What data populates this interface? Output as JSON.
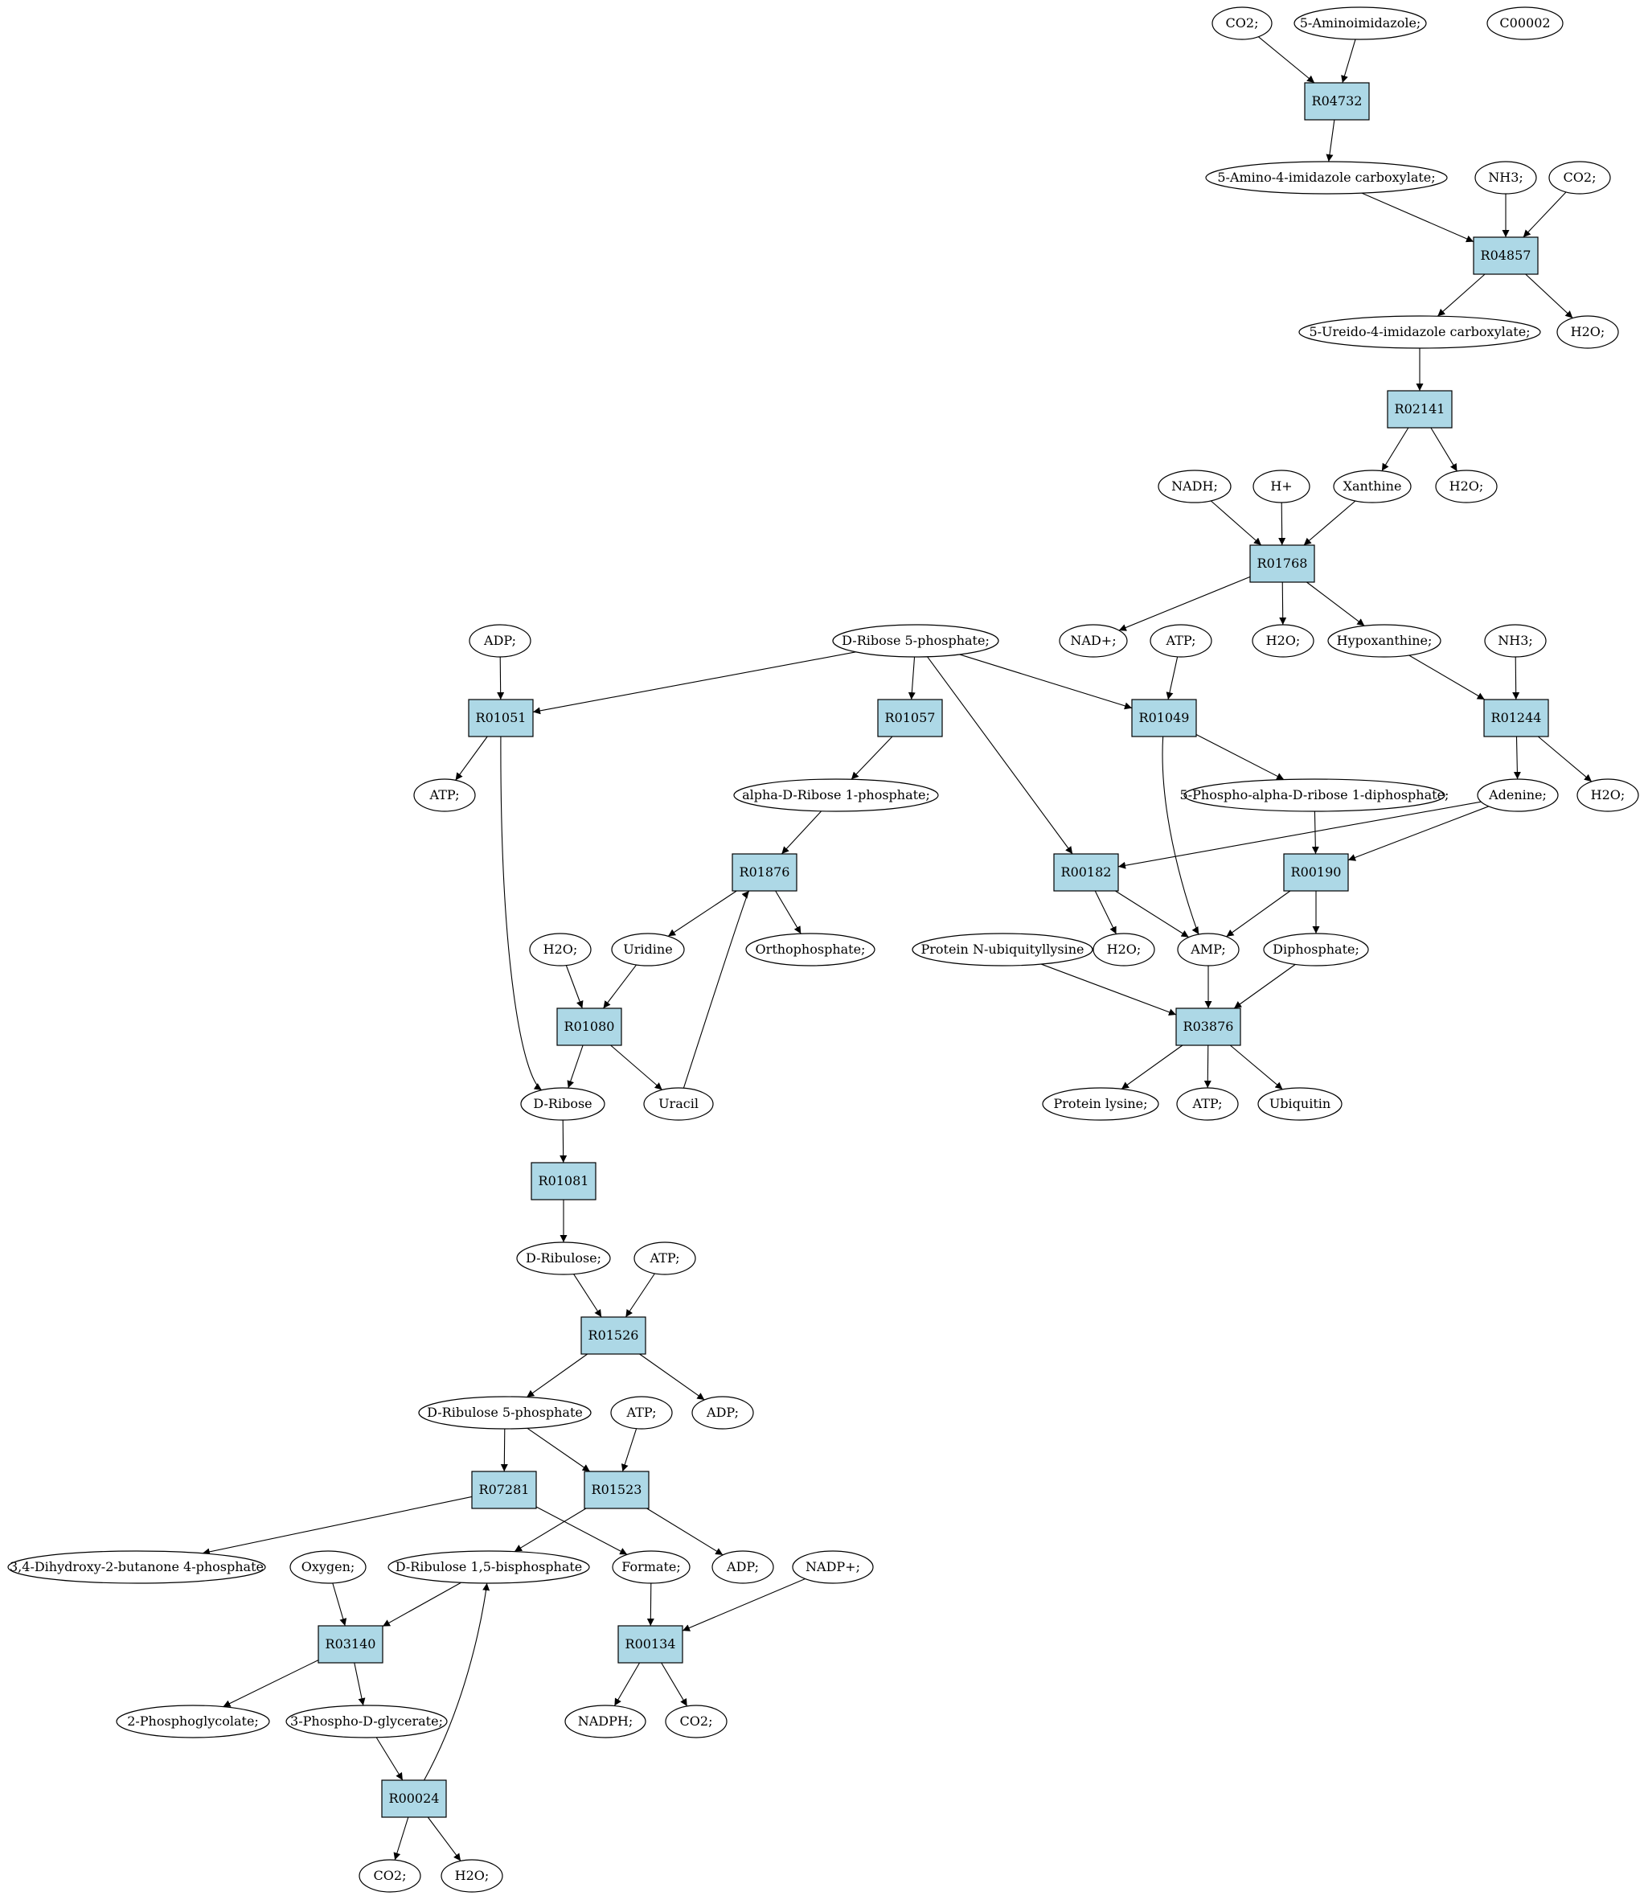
{
  "colors": {
    "reaction_fill": "#add8e6",
    "compound_fill": "#ffffff",
    "source_highlight": "#00ee00",
    "target_highlight": "#ffff00"
  },
  "nodes": [
    {
      "id": "c_co2_a",
      "kind": "compound",
      "label": "CO2;"
    },
    {
      "id": "c_aminoimidazole",
      "kind": "compound",
      "label": "5-Aminoimidazole;"
    },
    {
      "id": "c_c00002",
      "kind": "compound",
      "label": "C00002",
      "highlight": "target"
    },
    {
      "id": "r04732",
      "kind": "reaction",
      "label": "R04732"
    },
    {
      "id": "c_aicarbox",
      "kind": "compound",
      "label": "5-Amino-4-imidazole carboxylate;"
    },
    {
      "id": "c_nh3_a",
      "kind": "compound",
      "label": "NH3;"
    },
    {
      "id": "c_co2_b",
      "kind": "compound",
      "label": "CO2;"
    },
    {
      "id": "r04857",
      "kind": "reaction",
      "label": "R04857"
    },
    {
      "id": "c_ureido",
      "kind": "compound",
      "label": "5-Ureido-4-imidazole carboxylate;"
    },
    {
      "id": "c_h2o_a",
      "kind": "compound",
      "label": "H2O;"
    },
    {
      "id": "r02141",
      "kind": "reaction",
      "label": "R02141"
    },
    {
      "id": "c_nadh",
      "kind": "compound",
      "label": "NADH;"
    },
    {
      "id": "c_hplus",
      "kind": "compound",
      "label": "H+"
    },
    {
      "id": "c_xanthine",
      "kind": "compound",
      "label": "Xanthine"
    },
    {
      "id": "c_h2o_b",
      "kind": "compound",
      "label": "H2O;"
    },
    {
      "id": "r01768",
      "kind": "reaction",
      "label": "R01768"
    },
    {
      "id": "c_adp_a",
      "kind": "compound",
      "label": "ADP;"
    },
    {
      "id": "c_r5p",
      "kind": "compound",
      "label": "D-Ribose 5-phosphate;",
      "highlight": "source"
    },
    {
      "id": "c_nadplus",
      "kind": "compound",
      "label": "NAD+;"
    },
    {
      "id": "c_atp_a",
      "kind": "compound",
      "label": "ATP;"
    },
    {
      "id": "c_h2o_c",
      "kind": "compound",
      "label": "H2O;"
    },
    {
      "id": "c_hypox",
      "kind": "compound",
      "label": "Hypoxanthine;"
    },
    {
      "id": "c_nh3_b",
      "kind": "compound",
      "label": "NH3;"
    },
    {
      "id": "r01051",
      "kind": "reaction",
      "label": "R01051"
    },
    {
      "id": "r01057",
      "kind": "reaction",
      "label": "R01057"
    },
    {
      "id": "r01049",
      "kind": "reaction",
      "label": "R01049"
    },
    {
      "id": "r01244",
      "kind": "reaction",
      "label": "R01244"
    },
    {
      "id": "c_atp_b",
      "kind": "compound",
      "label": "ATP;"
    },
    {
      "id": "c_adr1p",
      "kind": "compound",
      "label": "alpha-D-Ribose 1-phosphate;"
    },
    {
      "id": "c_prpp",
      "kind": "compound",
      "label": "5-Phospho-alpha-D-ribose 1-diphosphate;"
    },
    {
      "id": "c_adenine",
      "kind": "compound",
      "label": "Adenine;"
    },
    {
      "id": "c_h2o_d",
      "kind": "compound",
      "label": "H2O;"
    },
    {
      "id": "r01876",
      "kind": "reaction",
      "label": "R01876"
    },
    {
      "id": "r00182",
      "kind": "reaction",
      "label": "R00182"
    },
    {
      "id": "r00190",
      "kind": "reaction",
      "label": "R00190"
    },
    {
      "id": "c_h2o_e",
      "kind": "compound",
      "label": "H2O;"
    },
    {
      "id": "c_uridine",
      "kind": "compound",
      "label": "Uridine"
    },
    {
      "id": "c_orthop",
      "kind": "compound",
      "label": "Orthophosphate;"
    },
    {
      "id": "c_protubq",
      "kind": "compound",
      "label": "Protein N-ubiquityllysine"
    },
    {
      "id": "c_h2o_f",
      "kind": "compound",
      "label": "H2O;"
    },
    {
      "id": "c_amp",
      "kind": "compound",
      "label": "AMP;"
    },
    {
      "id": "c_diphos",
      "kind": "compound",
      "label": "Diphosphate;"
    },
    {
      "id": "r01080",
      "kind": "reaction",
      "label": "R01080"
    },
    {
      "id": "r03876",
      "kind": "reaction",
      "label": "R03876"
    },
    {
      "id": "c_dribose",
      "kind": "compound",
      "label": "D-Ribose"
    },
    {
      "id": "c_uracil",
      "kind": "compound",
      "label": "Uracil"
    },
    {
      "id": "c_protlys",
      "kind": "compound",
      "label": "Protein lysine;"
    },
    {
      "id": "c_atp_c",
      "kind": "compound",
      "label": "ATP;"
    },
    {
      "id": "c_ubiquitin",
      "kind": "compound",
      "label": "Ubiquitin"
    },
    {
      "id": "r01081",
      "kind": "reaction",
      "label": "R01081"
    },
    {
      "id": "c_dribulose",
      "kind": "compound",
      "label": "D-Ribulose;"
    },
    {
      "id": "c_atp_d",
      "kind": "compound",
      "label": "ATP;"
    },
    {
      "id": "r01526",
      "kind": "reaction",
      "label": "R01526"
    },
    {
      "id": "c_ru5p",
      "kind": "compound",
      "label": "D-Ribulose 5-phosphate"
    },
    {
      "id": "c_atp_e",
      "kind": "compound",
      "label": "ATP;"
    },
    {
      "id": "c_adp_b",
      "kind": "compound",
      "label": "ADP;"
    },
    {
      "id": "r07281",
      "kind": "reaction",
      "label": "R07281"
    },
    {
      "id": "r01523",
      "kind": "reaction",
      "label": "R01523"
    },
    {
      "id": "c_dhbp",
      "kind": "compound",
      "label": "3,4-Dihydroxy-2-butanone 4-phosphate"
    },
    {
      "id": "c_oxygen",
      "kind": "compound",
      "label": "Oxygen;"
    },
    {
      "id": "c_rubp",
      "kind": "compound",
      "label": "D-Ribulose 1,5-bisphosphate"
    },
    {
      "id": "c_formate",
      "kind": "compound",
      "label": "Formate;"
    },
    {
      "id": "c_adp_c",
      "kind": "compound",
      "label": "ADP;"
    },
    {
      "id": "c_nadpplus",
      "kind": "compound",
      "label": "NADP+;"
    },
    {
      "id": "r03140",
      "kind": "reaction",
      "label": "R03140"
    },
    {
      "id": "r00134",
      "kind": "reaction",
      "label": "R00134"
    },
    {
      "id": "c_pglycolate",
      "kind": "compound",
      "label": "2-Phosphoglycolate;"
    },
    {
      "id": "c_3pg",
      "kind": "compound",
      "label": "3-Phospho-D-glycerate;"
    },
    {
      "id": "c_nadph",
      "kind": "compound",
      "label": "NADPH;"
    },
    {
      "id": "c_co2_c",
      "kind": "compound",
      "label": "CO2;"
    },
    {
      "id": "r00024",
      "kind": "reaction",
      "label": "R00024"
    },
    {
      "id": "c_co2_d",
      "kind": "compound",
      "label": "CO2;"
    },
    {
      "id": "c_h2o_g",
      "kind": "compound",
      "label": "H2O;"
    }
  ],
  "edges": [
    [
      "c_co2_a",
      "r04732"
    ],
    [
      "c_aminoimidazole",
      "r04732"
    ],
    [
      "r04732",
      "c_aicarbox"
    ],
    [
      "c_aicarbox",
      "r04857"
    ],
    [
      "c_nh3_a",
      "r04857"
    ],
    [
      "c_co2_b",
      "r04857"
    ],
    [
      "r04857",
      "c_ureido"
    ],
    [
      "r04857",
      "c_h2o_a"
    ],
    [
      "c_ureido",
      "r02141"
    ],
    [
      "r02141",
      "c_xanthine"
    ],
    [
      "r02141",
      "c_h2o_b"
    ],
    [
      "c_nadh",
      "r01768"
    ],
    [
      "c_hplus",
      "r01768"
    ],
    [
      "c_xanthine",
      "r01768"
    ],
    [
      "r01768",
      "c_nadplus"
    ],
    [
      "r01768",
      "c_h2o_c"
    ],
    [
      "r01768",
      "c_hypox"
    ],
    [
      "c_hypox",
      "r01244"
    ],
    [
      "c_nh3_b",
      "r01244"
    ],
    [
      "r01244",
      "c_adenine"
    ],
    [
      "r01244",
      "c_h2o_d"
    ],
    [
      "c_adp_a",
      "r01051"
    ],
    [
      "c_r5p",
      "r01051"
    ],
    [
      "r01051",
      "c_atp_b"
    ],
    [
      "r01051",
      "c_dribose"
    ],
    [
      "c_r5p",
      "r01057"
    ],
    [
      "r01057",
      "c_adr1p"
    ],
    [
      "c_r5p",
      "r01049"
    ],
    [
      "c_atp_a",
      "r01049"
    ],
    [
      "r01049",
      "c_prpp"
    ],
    [
      "r01049",
      "c_amp"
    ],
    [
      "c_r5p",
      "r00182"
    ],
    [
      "c_adenine",
      "r00182"
    ],
    [
      "r00182",
      "c_h2o_f"
    ],
    [
      "r00182",
      "c_amp"
    ],
    [
      "c_prpp",
      "r00190"
    ],
    [
      "c_adenine",
      "r00190"
    ],
    [
      "r00190",
      "c_amp"
    ],
    [
      "r00190",
      "c_diphos"
    ],
    [
      "c_adr1p",
      "r01876"
    ],
    [
      "r01876",
      "c_uridine"
    ],
    [
      "r01876",
      "c_orthop"
    ],
    [
      "c_uracil",
      "r01876"
    ],
    [
      "c_h2o_e",
      "r01080"
    ],
    [
      "c_uridine",
      "r01080"
    ],
    [
      "r01080",
      "c_dribose"
    ],
    [
      "r01080",
      "c_uracil"
    ],
    [
      "c_protubq",
      "r03876"
    ],
    [
      "c_amp",
      "r03876"
    ],
    [
      "c_diphos",
      "r03876"
    ],
    [
      "r03876",
      "c_protlys"
    ],
    [
      "r03876",
      "c_atp_c"
    ],
    [
      "r03876",
      "c_ubiquitin"
    ],
    [
      "c_dribose",
      "r01081"
    ],
    [
      "r01081",
      "c_dribulose"
    ],
    [
      "c_dribulose",
      "r01526"
    ],
    [
      "c_atp_d",
      "r01526"
    ],
    [
      "r01526",
      "c_ru5p"
    ],
    [
      "r01526",
      "c_adp_b"
    ],
    [
      "c_ru5p",
      "r07281"
    ],
    [
      "r07281",
      "c_dhbp"
    ],
    [
      "r07281",
      "c_formate"
    ],
    [
      "c_ru5p",
      "r01523"
    ],
    [
      "c_atp_e",
      "r01523"
    ],
    [
      "r01523",
      "c_rubp"
    ],
    [
      "r01523",
      "c_adp_c"
    ],
    [
      "c_oxygen",
      "r03140"
    ],
    [
      "c_rubp",
      "r03140"
    ],
    [
      "r03140",
      "c_pglycolate"
    ],
    [
      "r03140",
      "c_3pg"
    ],
    [
      "c_formate",
      "r00134"
    ],
    [
      "c_nadpplus",
      "r00134"
    ],
    [
      "r00134",
      "c_nadph"
    ],
    [
      "r00134",
      "c_co2_c"
    ],
    [
      "c_3pg",
      "r00024"
    ],
    [
      "r00024",
      "c_co2_d"
    ],
    [
      "r00024",
      "c_h2o_g"
    ],
    [
      "r00024",
      "c_rubp"
    ]
  ]
}
